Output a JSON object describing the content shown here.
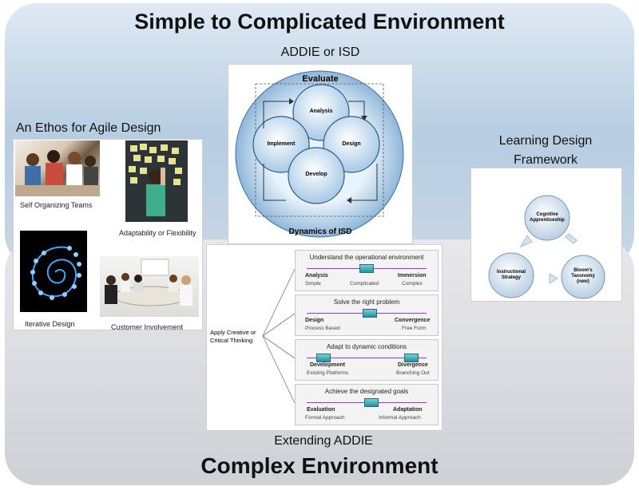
{
  "page": {
    "title_top": "Simple to Complicated Environment",
    "title_bottom": "Complex Environment"
  },
  "addie": {
    "caption": "ADDIE or ISD",
    "evaluate": "Evaluate",
    "analysis": "Analysis",
    "implement": "Implement",
    "design": "Design",
    "develop": "Develop",
    "dynamics": "Dynamics of ISD"
  },
  "agile": {
    "caption": "An Ethos for Agile Design",
    "labels": {
      "self_organizing": "Self Organizing Teams",
      "adaptability": "Adaptability or Flexibility",
      "iterative": "Iterative Design",
      "customer": "Customer Involvement"
    }
  },
  "ldf": {
    "caption_line1": "Learning Design",
    "caption_line2": "Framework",
    "node_top_l1": "Cognitive",
    "node_top_l2": "Apprenticeship",
    "node_right_l1": "Bloom's",
    "node_right_l2": "Taxonomy",
    "node_right_l3": "(new)",
    "node_left_l1": "Instructional",
    "node_left_l2": "Strategy"
  },
  "extending": {
    "caption": "Extending ADDIE",
    "root_l1": "Apply Creative or",
    "root_l2": "Critical Thinking",
    "rows": [
      {
        "title": "Understand the operational environment",
        "left_b": "Analysis",
        "left_s": "Simple",
        "mid_s": "Complicated",
        "right_b": "Immersion",
        "right_s": "Complex"
      },
      {
        "title": "Solve the right problem",
        "left_b": "Design",
        "left_s": "Process Based",
        "mid_s": "",
        "right_b": "Convergence",
        "right_s": "Free Form"
      },
      {
        "title": "Adapt to dynamic conditions",
        "left_b": "Development",
        "left_s": "Existing Platforms",
        "mid_s": "",
        "right_b": "Divergence",
        "right_s": "Branching Out"
      },
      {
        "title": "Achieve the designated goals",
        "left_b": "Evaluation",
        "left_s": "Formal Approach",
        "mid_s": "",
        "right_b": "Adaptation",
        "right_s": "Informal Approach"
      }
    ]
  }
}
